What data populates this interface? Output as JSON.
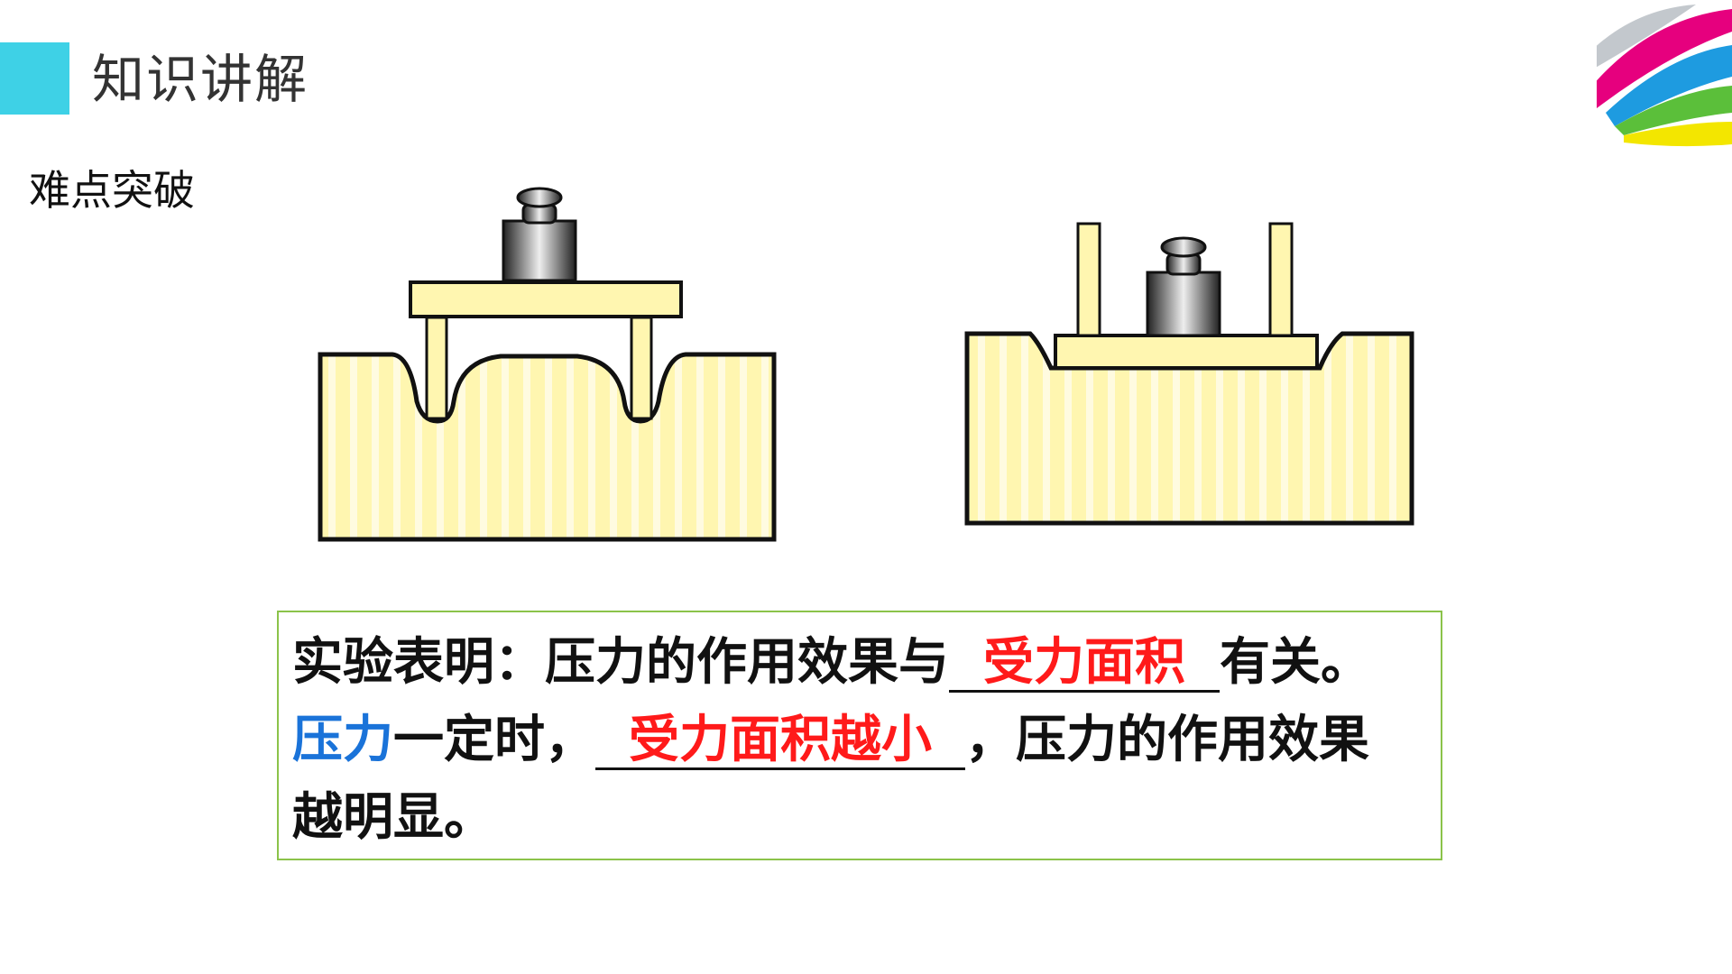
{
  "header": {
    "title": "知识讲解"
  },
  "subtitle": "难点突破",
  "conclusion": {
    "line1_prefix": "实验表明：压力的作用效果与",
    "blank1_answer": "受力面积",
    "line1_suffix": "有关。",
    "line2_highlight": "压力",
    "line2_prefix": "一定时，",
    "blank2_answer": "受力面积越小",
    "line2_suffix": "，压力的作用效果",
    "line3": "越明显。"
  },
  "colors": {
    "accent": "#3ed1e6",
    "answer_red": "#ff1a1a",
    "highlight_blue": "#1a73d9",
    "box_border": "#8bc34a",
    "foam": "#fff6b0"
  },
  "icons": {
    "logo": "color-brush-strokes-logo",
    "illustration_left": "table-legs-down-on-foam",
    "illustration_right": "table-top-down-on-foam"
  }
}
